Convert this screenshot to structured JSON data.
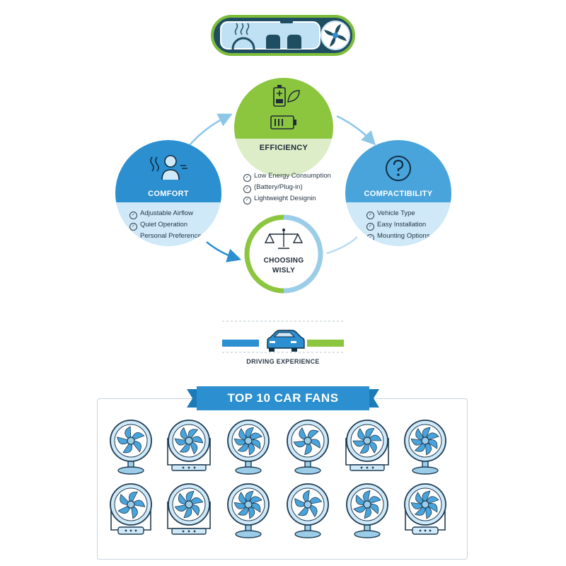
{
  "cycle": {
    "comfort": {
      "title": "COMFORT",
      "items": [
        "Adjustable Airflow",
        "Quiet Operation",
        "Personal Preference"
      ]
    },
    "efficiency": {
      "title": "EFFICIENCY",
      "items": [
        "Low Energy Consumption",
        "(Battery/Plug-in)",
        "Lightweight Designin"
      ]
    },
    "compatibility": {
      "title": "COMPACTIBILITY",
      "items": [
        "Vehicle Type",
        "Easy Installation",
        "Mounting Options"
      ]
    },
    "center": {
      "line1": "CHOOSING",
      "line2": "WISLY"
    }
  },
  "driving": {
    "label": "DRIVING EXPERIENCE"
  },
  "top_fans": {
    "title": "TOP 10 CAR FANS",
    "fans": [
      {
        "stand": "round"
      },
      {
        "stand": "frame"
      },
      {
        "stand": "round"
      },
      {
        "stand": "round"
      },
      {
        "stand": "frame"
      },
      {
        "stand": "round"
      },
      {
        "stand": "clip"
      },
      {
        "stand": "frame"
      },
      {
        "stand": "round"
      },
      {
        "stand": "round"
      },
      {
        "stand": "round"
      },
      {
        "stand": "clip"
      }
    ]
  },
  "colors": {
    "blue": "#2b8fd0",
    "light_blue": "#cfe9f8",
    "green": "#8cc63f",
    "navy": "#1f4e63"
  }
}
